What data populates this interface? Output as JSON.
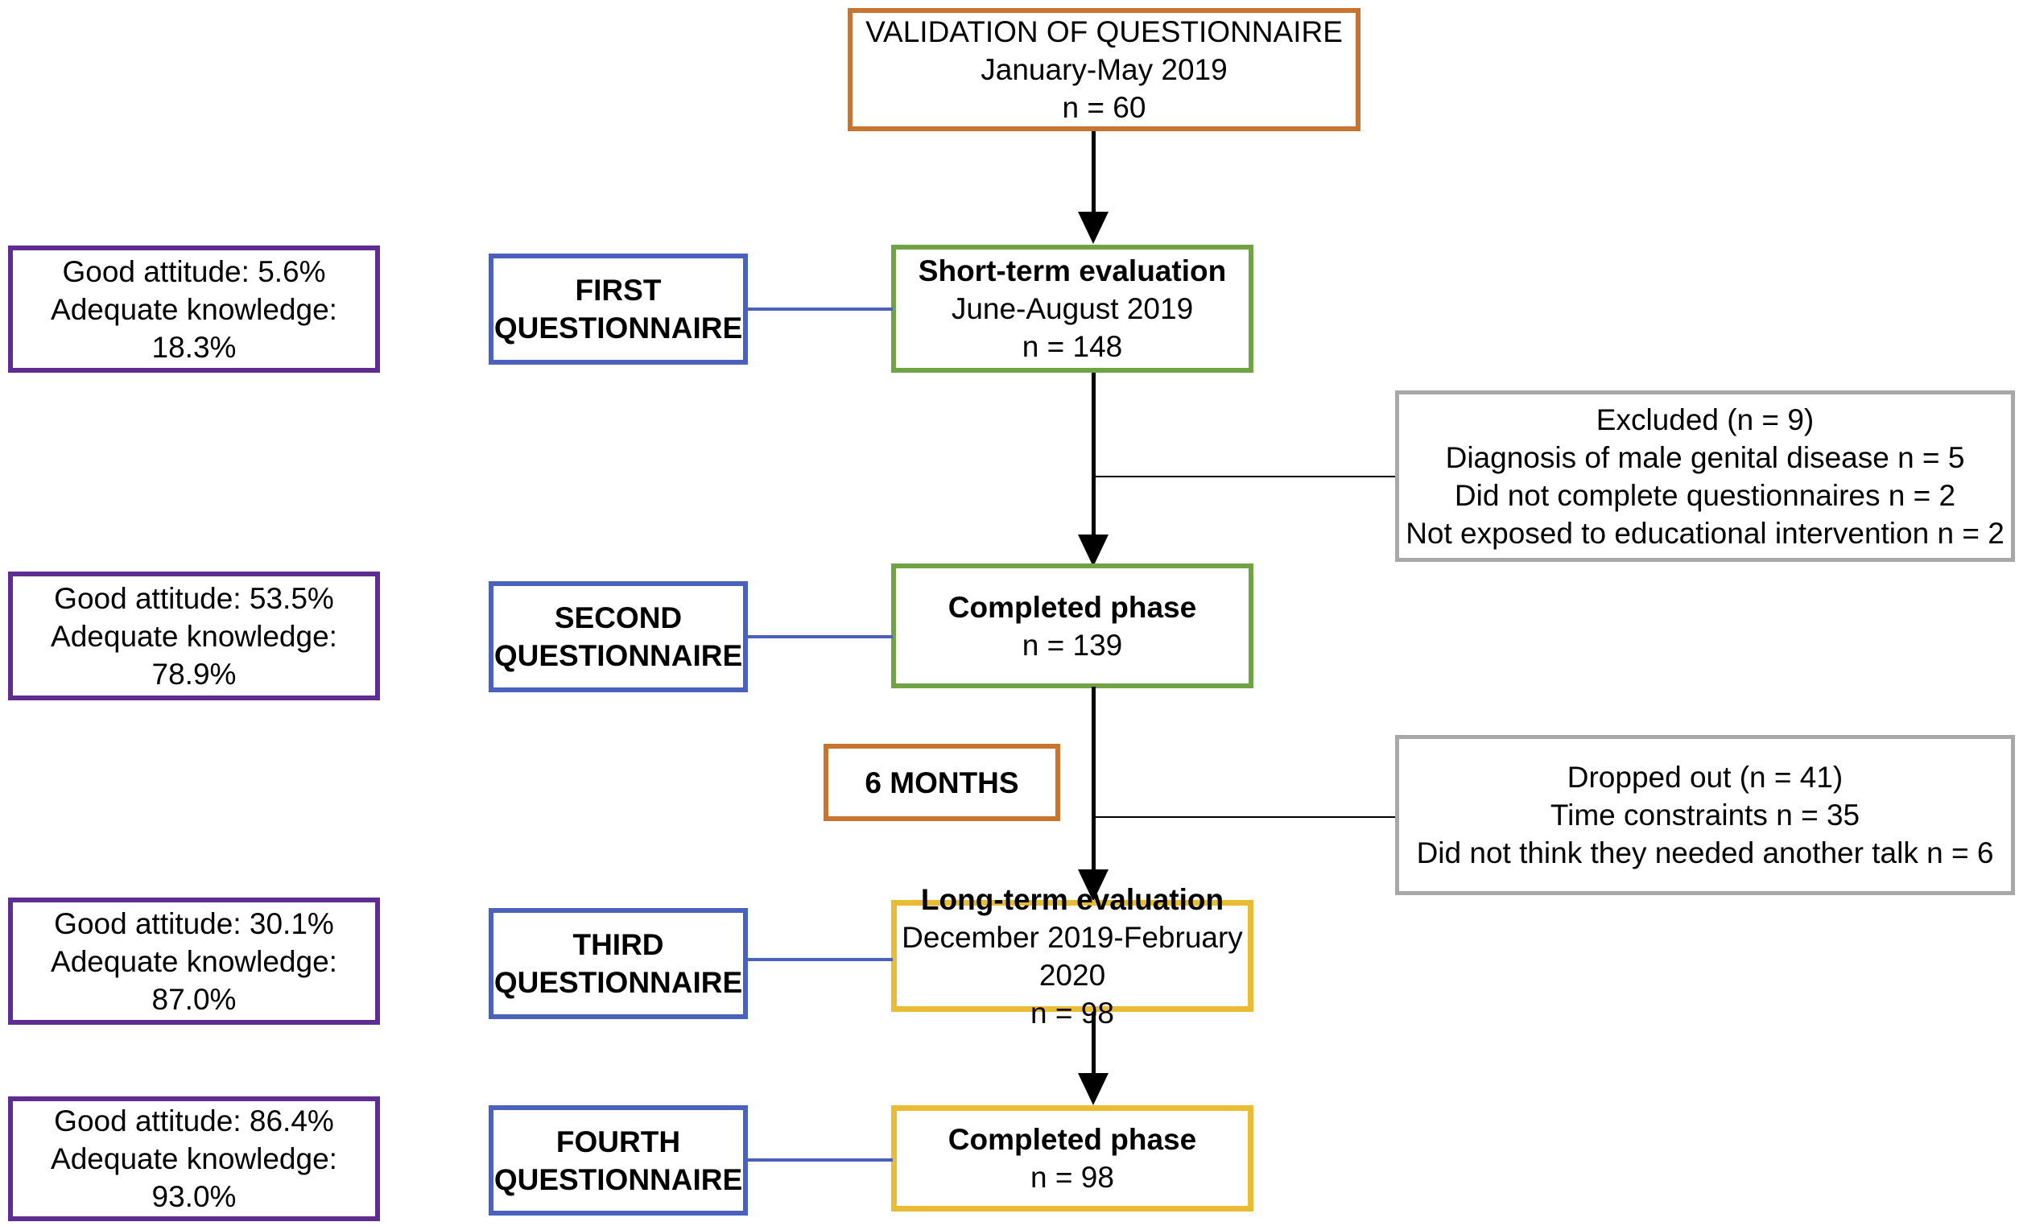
{
  "colors": {
    "orange_border": "#C8742F",
    "green_border": "#6FA344",
    "blue_border": "#4A62BE",
    "purple_border": "#5F2D91",
    "yellow_border": "#E9BC33",
    "gray_border": "#A8A8A8",
    "line_color": "#000000"
  },
  "validation_box": {
    "title": "VALIDATION OF QUESTIONNAIRE",
    "date": "January-May 2019",
    "n": "n = 60"
  },
  "short_term_box": {
    "title": "Short-term evaluation",
    "date": "June-August 2019",
    "n": "n = 148"
  },
  "completed_phase_1_box": {
    "title": "Completed phase",
    "n": "n = 139"
  },
  "interval_box": {
    "label": "6 MONTHS"
  },
  "long_term_box": {
    "title": "Long-term evaluation",
    "date": "December 2019-February 2020",
    "n": "n = 98"
  },
  "completed_phase_2_box": {
    "title": "Completed phase",
    "n": "n = 98"
  },
  "excluded_box": {
    "line1": "Excluded (n = 9)",
    "line2": "Diagnosis of male genital disease n = 5",
    "line3": "Did not complete questionnaires n = 2",
    "line4": "Not exposed to educational intervention n = 2"
  },
  "dropped_out_box": {
    "line1": "Dropped out (n = 41)",
    "line2": "Time constraints n = 35",
    "line3": "Did not think they needed another talk n = 6"
  },
  "questionnaire_1": {
    "line1": "FIRST",
    "line2": "QUESTIONNAIRE"
  },
  "questionnaire_2": {
    "line1": "SECOND",
    "line2": "QUESTIONNAIRE"
  },
  "questionnaire_3": {
    "line1": "THIRD",
    "line2": "QUESTIONNAIRE"
  },
  "questionnaire_4": {
    "line1": "FOURTH",
    "line2": "QUESTIONNAIRE"
  },
  "results_1": {
    "line1": "Good attitude: 5.6%",
    "line2": "Adequate knowledge: 18.3%"
  },
  "results_2": {
    "line1": "Good attitude: 53.5%",
    "line2": "Adequate knowledge: 78.9%"
  },
  "results_3": {
    "line1": "Good attitude: 30.1%",
    "line2": "Adequate knowledge: 87.0%"
  },
  "results_4": {
    "line1": "Good attitude: 86.4%",
    "line2": "Adequate knowledge: 93.0%"
  }
}
